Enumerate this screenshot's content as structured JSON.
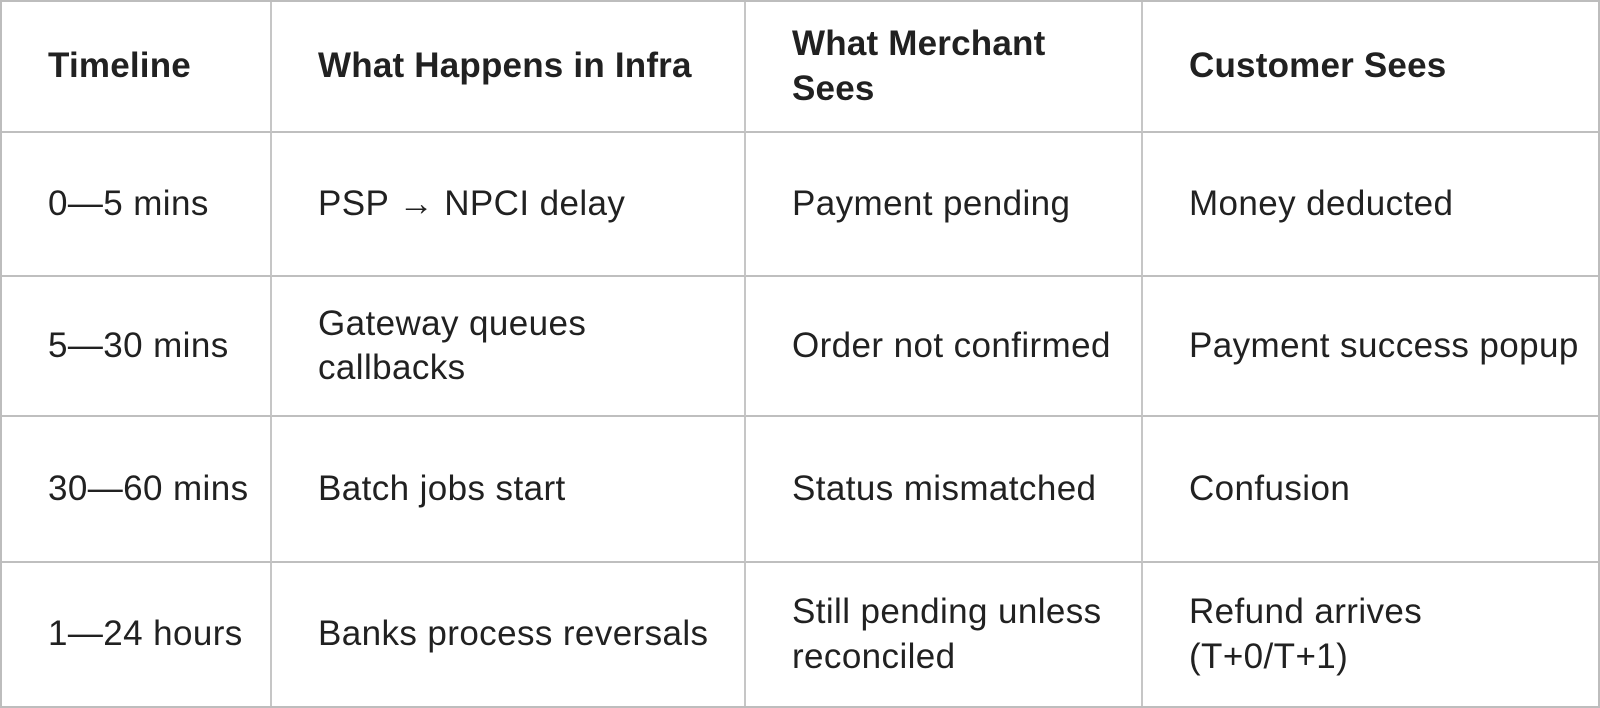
{
  "colors": {
    "background": "#ffffff",
    "border": "#c2c2c2",
    "text": "#212121"
  },
  "table": {
    "headers": [
      "Timeline",
      "What Happens in Infra",
      "What Merchant Sees",
      "Customer Sees"
    ],
    "rows": [
      {
        "cells": [
          "0—5 mins",
          "PSP → NPCI delay",
          "Payment pending",
          "Money deducted"
        ]
      },
      {
        "cells": [
          "5—30 mins",
          "Gateway queues callbacks",
          "Order not confirmed",
          "Payment success popup"
        ]
      },
      {
        "cells": [
          "30—60 mins",
          "Batch jobs start",
          "Status mismatched",
          "Confusion"
        ]
      },
      {
        "cells": [
          "1—24 hours",
          "Banks process reversals",
          "Still pending unless reconciled",
          "Refund arrives (T+0/T+1)"
        ]
      }
    ]
  }
}
